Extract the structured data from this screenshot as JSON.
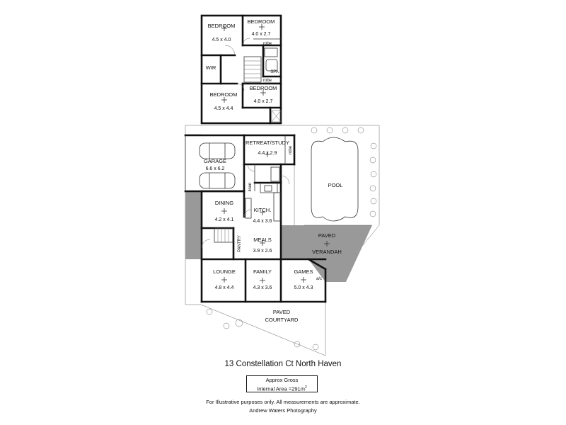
{
  "upper_floor": {
    "bedroom_1": {
      "label": "BEDROOM",
      "dims": "4.5 x 4.0"
    },
    "bedroom_2": {
      "label": "BEDROOM",
      "dims": "4.0 x 2.7"
    },
    "robe_1": "robe",
    "wir": "WIR",
    "spa": "SPA",
    "robe_2": "robe",
    "bedroom_3": {
      "label": "BEDROOM",
      "dims": "4.5 x 4.4"
    },
    "bedroom_4": {
      "label": "BEDROOM",
      "dims": "4.0 x 2.7"
    }
  },
  "ground_floor": {
    "garage": {
      "label": "GARAGE",
      "dims": "6.6 x 6.2"
    },
    "retreat": {
      "label": "RETREAT/STUDY",
      "dims": "4.4 x 2.9"
    },
    "robe": "robe",
    "linen": "linen",
    "pool": "POOL",
    "dining": {
      "label": "DINING",
      "dims": "4.2 x 4.1"
    },
    "kitchen": {
      "label": "KITCH.",
      "dims": "4.4 x 3.6"
    },
    "pantry": "PANTRY",
    "meals": {
      "label": "MEALS",
      "dims": "3.9 x 2.6"
    },
    "verandah": {
      "line1": "PAVED",
      "line2": "VERANDAH"
    },
    "lounge": {
      "label": "LOUNGE",
      "dims": "4.8 x 4.4"
    },
    "family": {
      "label": "FAMILY",
      "dims": "4.3 x 3.6"
    },
    "games": {
      "label": "GAMES",
      "dims": "5.0 x 4.3"
    },
    "ac": "a/c",
    "courtyard": {
      "line1": "PAVED",
      "line2": "COURTYARD"
    }
  },
  "footer": {
    "address": "13 Constellation Ct North Haven",
    "area_line1": "Approx Gross",
    "area_line2": "Internal Area =291m",
    "area_sup": "2",
    "disclaimer": "For Illustrative purposes only.  All measurements are approximate.",
    "credit": "Andrew Waters Photography"
  },
  "colors": {
    "wall": "#111111",
    "paving": "#999999",
    "shade": "#b3b3b3",
    "background": "#ffffff"
  }
}
